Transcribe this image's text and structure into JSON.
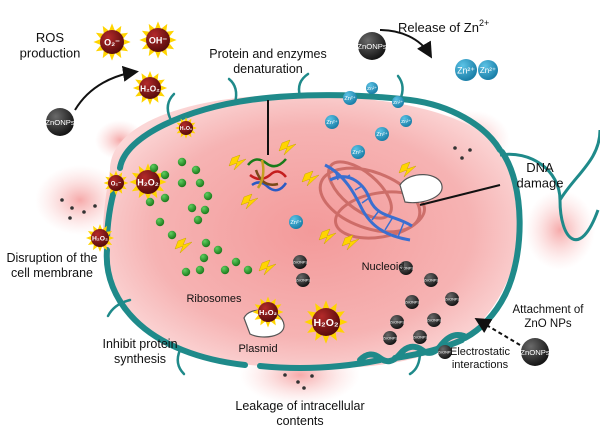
{
  "labels": {
    "ros": "ROS\nproduction",
    "denaturation": "Protein and enzymes\ndenaturation",
    "zn_release": "Release of Zn",
    "zn_release_sup": "2+",
    "dna": "DNA\ndamage",
    "disruption": "Disruption of the\ncell membrane",
    "nucleoid": "Nucleoid",
    "ribosomes": "Ribosomes",
    "inhibit": "Inhibit protein\nsynthesis",
    "plasmid": "Plasmid",
    "attachment": "Attachment of\nZnO NPs",
    "electrostatic": "Electrostatic\ninteractions",
    "leakage": "Leakage of intracellular\ncontents"
  },
  "molecules": {
    "o2": "O₂⁻",
    "oh": "OH⁻",
    "h2o2": "H₂O₂",
    "zn": "Zn²⁺",
    "znonp": "ZnONPs"
  },
  "colors": {
    "membrane": "#1f8a8a",
    "cytoplasm": "#f6a9a9",
    "ros_mol": "#7a1414",
    "star": "#ffd400",
    "zn_ion": "#2a9bc4",
    "ribosome": "#2e9a2e",
    "nanoparticle": "#2b2b2b",
    "dna_blue": "#3a6fd0",
    "dna_red": "#c4605a"
  }
}
